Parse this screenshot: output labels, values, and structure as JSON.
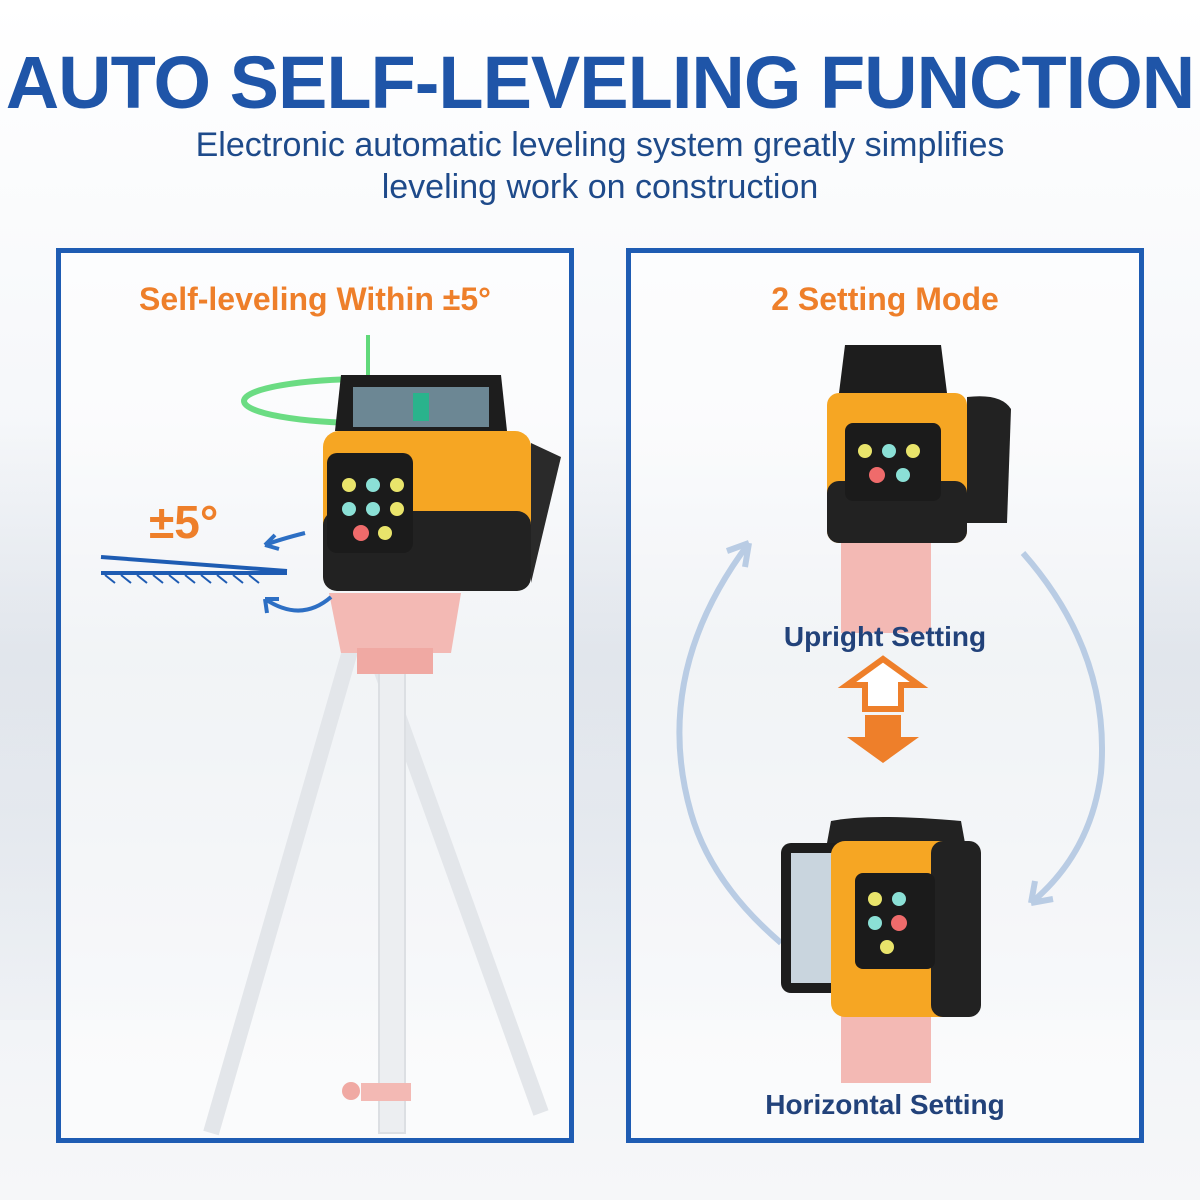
{
  "header": {
    "title": "AUTO SELF-LEVELING FUNCTION",
    "subtitle_line1": "Electronic automatic leveling system greatly simplifies",
    "subtitle_line2": "leveling work on construction"
  },
  "left_panel": {
    "title": "Self-leveling Within ±5°",
    "angle_label": "±5°"
  },
  "right_panel": {
    "title": "2 Setting Mode",
    "upright_caption": "Upright Setting",
    "horizontal_caption": "Horizontal Setting"
  },
  "colors": {
    "brand_blue": "#1f55a8",
    "accent_orange": "#ee7f2a",
    "device_yellow": "#f6a623",
    "laser_green": "#3bd15a"
  },
  "icons": [
    "laser-level-device-icon",
    "tripod-icon",
    "tilt-arrow-icon",
    "swap-arrows-icon",
    "cycle-arrow-icon"
  ]
}
